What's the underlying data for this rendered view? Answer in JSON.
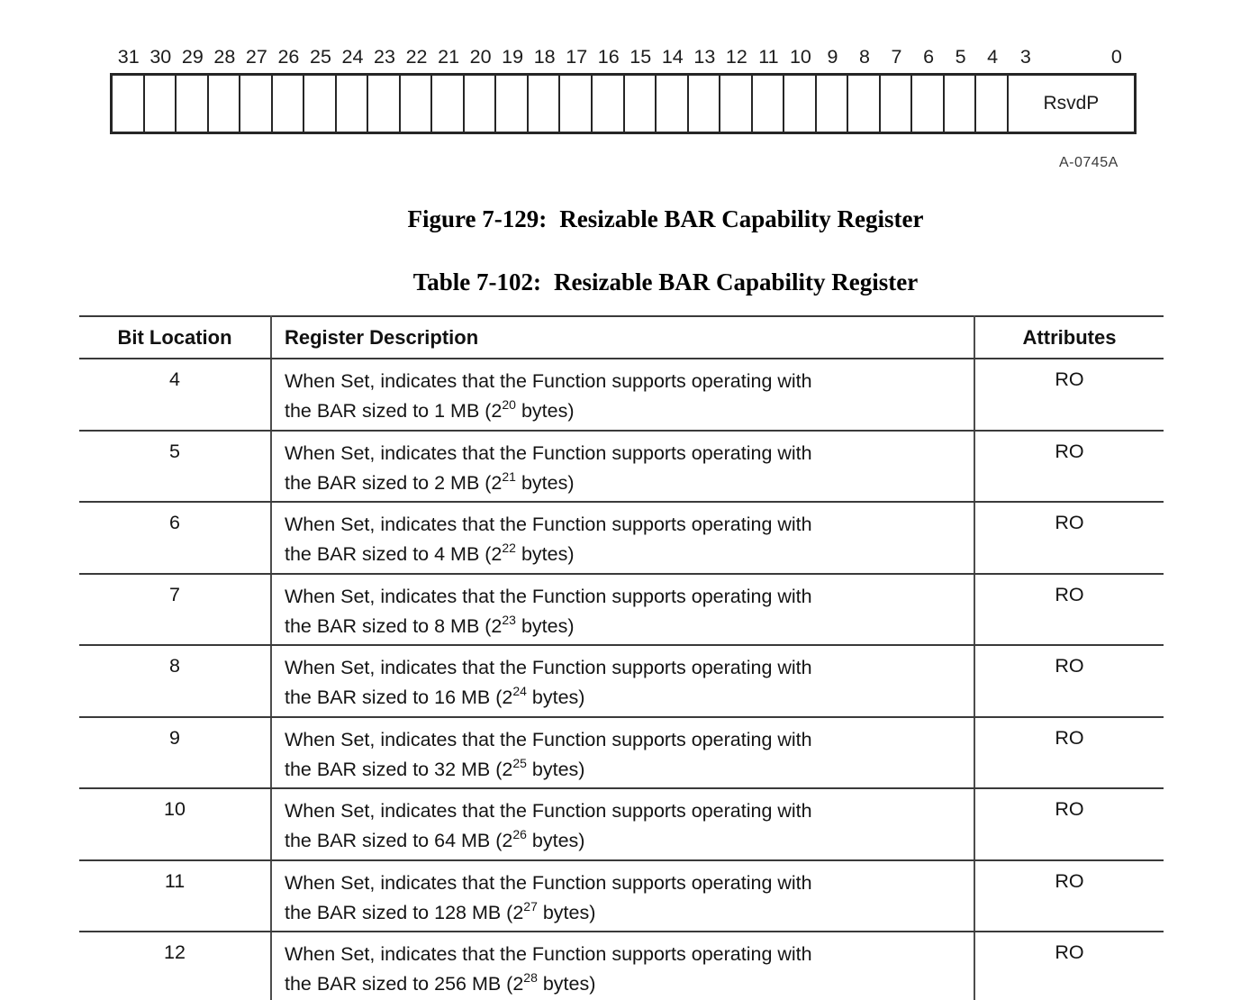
{
  "register_figure": {
    "bit_labels": [
      "31",
      "30",
      "29",
      "28",
      "27",
      "26",
      "25",
      "24",
      "23",
      "22",
      "21",
      "20",
      "19",
      "18",
      "17",
      "16",
      "15",
      "14",
      "13",
      "12",
      "11",
      "10",
      "9",
      "8",
      "7",
      "6",
      "5",
      "4"
    ],
    "rsvdp_msb_label": "3",
    "rsvdp_lsb_label": "0",
    "rsvdp_field_label": "RsvdP",
    "artwork_id": "A-0745A"
  },
  "figure_caption": {
    "label": "Figure 7-129:",
    "title": "Resizable BAR Capability Register"
  },
  "table_caption": {
    "label": "Table 7-102:",
    "title": "Resizable BAR Capability Register"
  },
  "table": {
    "headers": [
      "Bit Location",
      "Register Description",
      "Attributes"
    ],
    "description_line1": "When Set, indicates that the Function supports operating with",
    "description_line2_prefix": "the BAR sized to ",
    "description_line2_open": " (2",
    "description_line2_close": " bytes)",
    "rows": [
      {
        "bit": "4",
        "size": "1 MB",
        "exponent": "20",
        "attributes": "RO"
      },
      {
        "bit": "5",
        "size": "2 MB",
        "exponent": "21",
        "attributes": "RO"
      },
      {
        "bit": "6",
        "size": "4 MB",
        "exponent": "22",
        "attributes": "RO"
      },
      {
        "bit": "7",
        "size": "8 MB",
        "exponent": "23",
        "attributes": "RO"
      },
      {
        "bit": "8",
        "size": "16 MB",
        "exponent": "24",
        "attributes": "RO"
      },
      {
        "bit": "9",
        "size": "32 MB",
        "exponent": "25",
        "attributes": "RO"
      },
      {
        "bit": "10",
        "size": "64 MB",
        "exponent": "26",
        "attributes": "RO"
      },
      {
        "bit": "11",
        "size": "128 MB",
        "exponent": "27",
        "attributes": "RO"
      },
      {
        "bit": "12",
        "size": "256 MB",
        "exponent": "28",
        "attributes": "RO"
      }
    ]
  },
  "colors": {
    "text": "#1a1a1a",
    "register_border": "#262626",
    "table_rule": "#3a3a3a",
    "table_divider": "#4d4d4d"
  }
}
